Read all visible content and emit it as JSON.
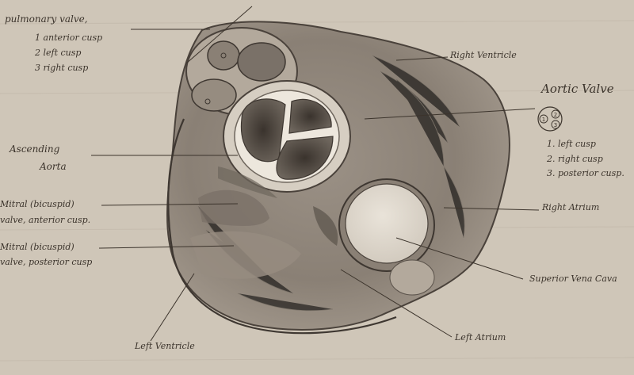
{
  "labels": {
    "pulmonary_valve": {
      "title": "pulmonary valve,",
      "cusps": [
        "1 anterior cusp",
        "2 left cusp",
        "3 right cusp"
      ]
    },
    "right_ventricle": "Right Ventricle",
    "aortic_valve": {
      "title": "Aortic Valve",
      "cusps": [
        "1. left cusp",
        "2. right cusp",
        "3. posterior cusp."
      ],
      "icon_numbers": [
        "1",
        "2",
        "3"
      ]
    },
    "ascending_aorta": [
      "Ascending",
      "Aorta"
    ],
    "mitral_anterior": [
      "Mitral (bicuspid)",
      "valve, anterior cusp."
    ],
    "mitral_posterior": [
      "Mitral (bicuspid)",
      "valve, posterior cusp"
    ],
    "right_atrium": "Right Atrium",
    "superior_vena_cava": "Superior Vena Cava",
    "left_atrium": "Left Atrium",
    "left_ventricle": "Left Ventricle"
  },
  "colors": {
    "paper": "#cfc6b8",
    "ink": "#3c342c",
    "graphite_dark": "#4a423b",
    "graphite_mid": "#8a8075",
    "graphite_light": "#b3a99c"
  }
}
